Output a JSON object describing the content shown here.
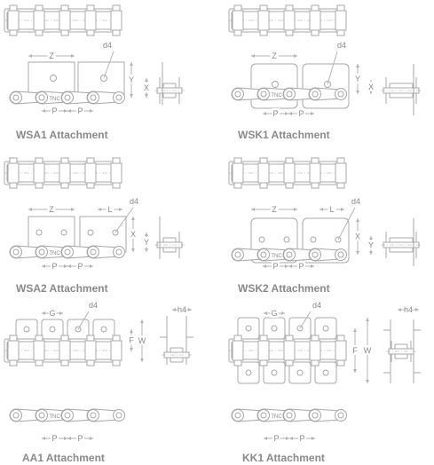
{
  "colors": {
    "line": "#a8a8a8",
    "text": "#8a8a8a",
    "dim": "#b4b4b4"
  },
  "panels": [
    {
      "id": "wsa1",
      "caption": "WSA1 Attachment",
      "dims": {
        "z": "Z",
        "d": "d4",
        "x": "X",
        "y": "Y",
        "p1": "P",
        "p2": "P"
      },
      "brand": "TNC"
    },
    {
      "id": "wsk1",
      "caption": "WSK1 Attachment",
      "dims": {
        "z": "Z",
        "d": "d4",
        "x": "X",
        "y": "Y",
        "p1": "P",
        "p2": "P"
      },
      "brand": "TNC"
    },
    {
      "id": "wsa2",
      "caption": "WSA2 Attachment",
      "dims": {
        "z": "Z",
        "l": "L",
        "d": "d4",
        "x": "X",
        "y": "Y",
        "p1": "P",
        "p2": "P"
      },
      "brand": "TNC"
    },
    {
      "id": "wsk2",
      "caption": "WSK2 Attachment",
      "dims": {
        "z": "Z",
        "l": "L",
        "d": "d4",
        "x": "X",
        "y": "Y",
        "p1": "P",
        "p2": "P"
      },
      "brand": "TNC"
    },
    {
      "id": "aa1",
      "caption": "AA1 Attachment",
      "dims": {
        "g": "G",
        "d": "d4",
        "f": "F",
        "w": "W",
        "h": "h4",
        "p1": "P",
        "p2": "P"
      },
      "brand": "TNC"
    },
    {
      "id": "kk1",
      "caption": "KK1 Attachment",
      "dims": {
        "g": "G",
        "d": "d4",
        "f": "F",
        "w": "W",
        "h": "h4",
        "p1": "P",
        "p2": "P"
      },
      "brand": "TNC"
    }
  ]
}
